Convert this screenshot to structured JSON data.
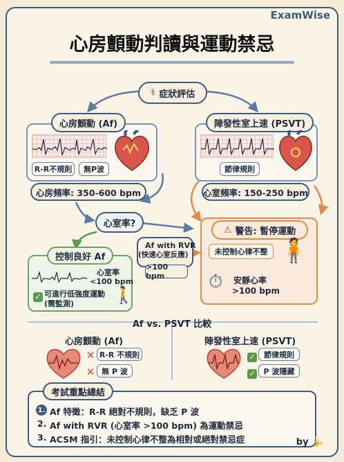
{
  "brand": "ExamWise",
  "title": "心房顫動判讀與運動禁忌",
  "symptom_pill": "症狀評估",
  "af": {
    "label": "心房顫動 (Af)",
    "tag_rr": "R-R不規則",
    "tag_p": "無P波",
    "rate": "心房頻率: 350-600 bpm"
  },
  "psvt": {
    "label": "陣發性室上速 (PSVT)",
    "tag_rhythm": "節律規則",
    "rate": "心室頻率: 150-250 bpm"
  },
  "ventricular_question": "心室率?",
  "controlled": {
    "title": "控制良好 Af",
    "rate_label": "心室率",
    "rate_value": "<100 bpm",
    "note_line1": "可進行低強度運動",
    "note_line2": "(需監測)"
  },
  "rvr": {
    "line1": "Af with RVR",
    "line2": "(快速心室反應)",
    "value": ">100 bpm"
  },
  "warning": {
    "title": "警告: 暫停運動",
    "uncontrolled": "未控制心律不整",
    "resting_label": "安靜心率",
    "resting_value": ">100 bpm"
  },
  "comparison": {
    "title": "Af vs. PSVT 比較",
    "af_title": "心房顫動 (Af)",
    "af_items": [
      "R-R 不規則",
      "無 P 波"
    ],
    "psvt_title": "陣發性室上速 (PSVT)",
    "psvt_items": [
      "節律規則",
      "P 波隱藏"
    ]
  },
  "summary": {
    "title": "考試重點總結",
    "items": [
      "Af 特徵：R-R 絕對不規則，缺乏 P 波",
      "Af with RVR (心室率 >100 bpm) 為運動禁忌",
      "ACSM 指引：未控制心律不整為相對或絕對禁忌症"
    ],
    "numbers": [
      "1.",
      "2.",
      "3."
    ]
  },
  "byline": "by",
  "colors": {
    "navy": "#3d5a80",
    "green": "#6aa36a",
    "orange": "#e08a4a",
    "red": "#c94a3a",
    "cream": "#faf4e6"
  }
}
